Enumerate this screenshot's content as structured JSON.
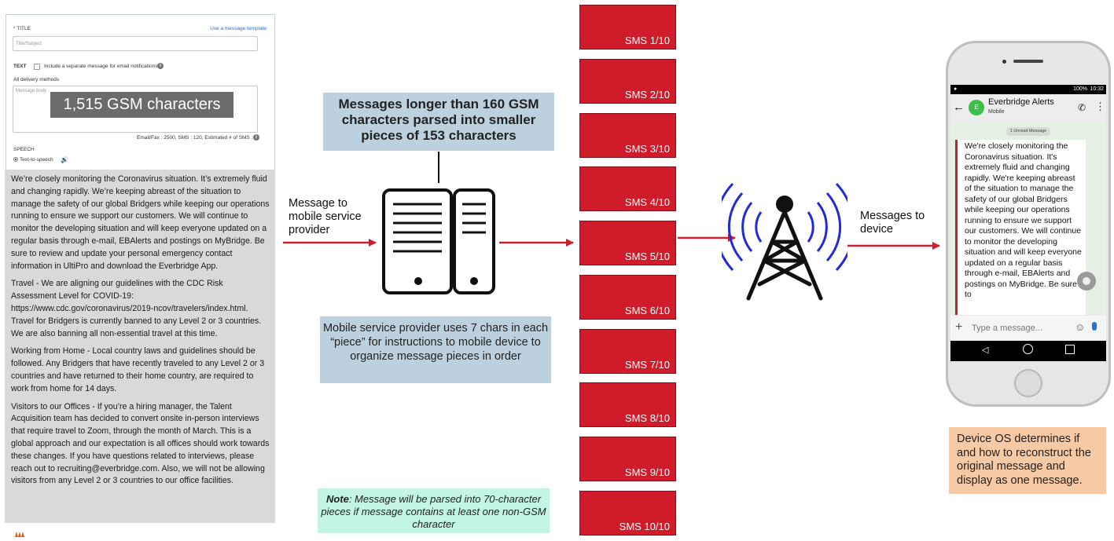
{
  "form": {
    "title_label": "TITLE",
    "template_link": "Use a message template",
    "title_placeholder": "Title/Subject",
    "text_label": "TEXT",
    "email_checkbox_label": "Include a separate message for email notifications",
    "delivery_methods": "All delivery methods",
    "body_placeholder": "Message body",
    "counts": "Email/Fax : 2500, SMS : 120, Estimated # of SMS : 1",
    "speech_label": "SPEECH",
    "tts_label": "Text-to-speech"
  },
  "gsm_badge": "1,515 GSM characters",
  "message_paragraphs": [
    "We’re closely monitoring the Coronavirus situation.  It’s extremely fluid and changing rapidly.  We’re keeping abreast of the situation to manage the safety of our global Bridgers while keeping our operations running to ensure we support our customers.  We will continue to monitor the developing situation and will keep everyone updated on a regular basis through e-mail, EBAlerts and postings on MyBridge.  Be sure to review and update your personal emergency contact information in UltiPro and download the Everbridge App.",
    "Travel - We are aligning our guidelines with the CDC Risk Assessment Level for COVID-19: https://www.cdc.gov/coronavirus/2019-ncov/travelers/index.html. Travel for Bridgers is currently banned to any Level 2 or 3 countries. We are also banning all non-essential travel at this time.",
    "Working from Home - Local country laws and guidelines should be followed.  Any Bridgers that have recently traveled to any Level 2 or 3 countries and have returned to their home country, are required to work from home for 14 days.",
    "Visitors to our Offices - If you’re a hiring manager, the Talent Acquisition team has decided to convert onsite in-person interviews that require travel to Zoom, through the month of March. This is a global approach and our expectation is all offices should work towards these changes. If you have questions related to interviews, please reach out to recruiting@everbridge.com. Also, we will not be allowing visitors from any Level 2 or 3 countries to our office facilities."
  ],
  "labels": {
    "to_provider": "Message to mobile service provider",
    "to_device": "Messages to device"
  },
  "callouts": {
    "parse": "Messages longer than 160 GSM characters parsed into smaller pieces of 153 characters",
    "chars": "Mobile service provider uses 7 chars in each “piece” for instructions to mobile device to organize message pieces in order",
    "note_bold": "Note",
    "note_rest": ": Message will be parsed into 70-character pieces if message contains at least one non-GSM character",
    "device": "Device OS determines if and how to reconstruct the original message and display as one message."
  },
  "sms_pieces": [
    "SMS 1/10",
    "SMS 2/10",
    "SMS 3/10",
    "SMS 4/10",
    "SMS 5/10",
    "SMS 6/10",
    "SMS 7/10",
    "SMS 8/10",
    "SMS 9/10",
    "SMS 10/10"
  ],
  "phone": {
    "status_time": "10:32",
    "battery": "100%",
    "contact_initial": "E",
    "contact_name": "Everbridge Alerts",
    "contact_sub": "Mobile",
    "unread": "1 Unread Message",
    "bubble_text": "We're closely monitoring the Coronavirus situation.  It's extremely fluid and changing rapidly.  We're keeping abreast of the situation to manage the safety of our global Bridgers while keeping our operations running to ensure we support our customers.  We will continue to monitor the developing situation and will keep everyone updated on a regular basis through e-mail, EBAlerts and postings on MyBridge.  Be sure to",
    "input_placeholder": "Type a message...",
    "avatar_color": "#3cc04a",
    "accent": "#d01c2a"
  }
}
